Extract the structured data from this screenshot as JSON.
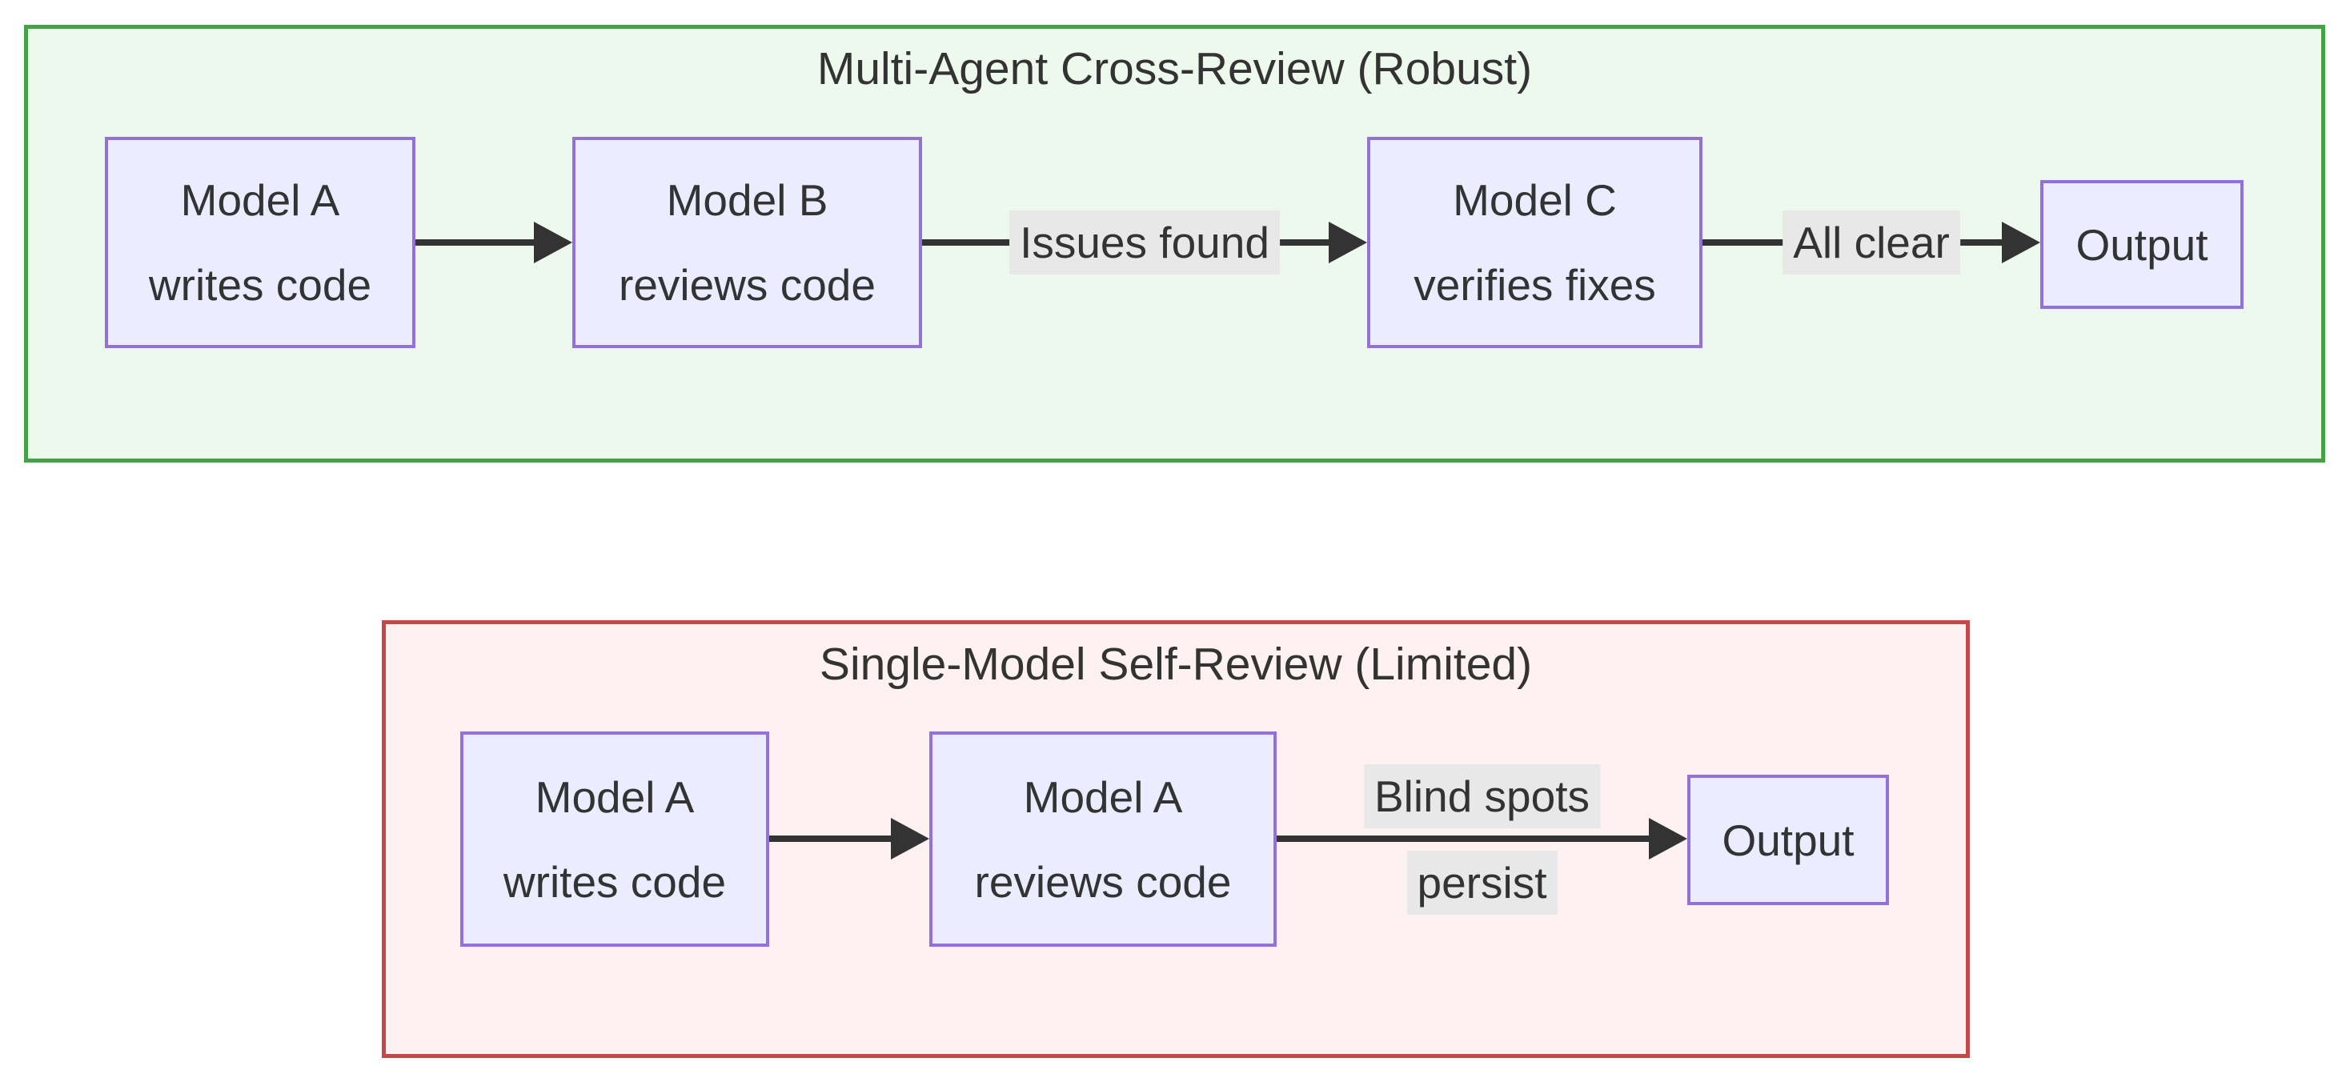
{
  "diagram": {
    "type": "flowchart",
    "direction": "left-to-right",
    "clusters": [
      {
        "id": "multi_agent",
        "title": "Multi-Agent Cross-Review (Robust)",
        "border_color": "#41a344",
        "fill_color": "#eef9ee"
      },
      {
        "id": "single_model",
        "title": "Single-Model Self-Review (Limited)",
        "border_color": "#c64747",
        "fill_color": "#fdf1f1"
      }
    ],
    "nodes": {
      "a_writes_top": {
        "line1": "Model A",
        "line2": "writes code"
      },
      "b_reviews": {
        "line1": "Model B",
        "line2": "reviews code"
      },
      "c_verifies": {
        "line1": "Model C",
        "line2": "verifies fixes"
      },
      "output_top": {
        "label": "Output"
      },
      "a_writes_bottom": {
        "line1": "Model A",
        "line2": "writes code"
      },
      "a_reviews_bottom": {
        "line1": "Model A",
        "line2": "reviews code"
      },
      "output_bottom": {
        "label": "Output"
      }
    },
    "edges": {
      "a_to_b": {
        "from": "a_writes_top",
        "to": "b_reviews",
        "label": ""
      },
      "b_to_c": {
        "from": "b_reviews",
        "to": "c_verifies",
        "label": "Issues found"
      },
      "c_to_output": {
        "from": "c_verifies",
        "to": "output_top",
        "label": "All clear"
      },
      "a_to_a": {
        "from": "a_writes_bottom",
        "to": "a_reviews_bottom",
        "label": ""
      },
      "a_to_output": {
        "from": "a_reviews_bottom",
        "to": "output_bottom",
        "label_line1": "Blind spots",
        "label_line2": "persist"
      }
    }
  },
  "colors": {
    "page_bg": "#ffffff",
    "text_color": "#333333",
    "node_fill": "#ECECFF",
    "node_border": "#9370DB",
    "edge_color": "#333333",
    "edge_label_bg": "#e8e8e8",
    "cluster_green_fill": "#eef9ee",
    "cluster_green_border": "#41a344",
    "cluster_red_fill": "#fdf1f1",
    "cluster_red_border": "#c64747"
  }
}
